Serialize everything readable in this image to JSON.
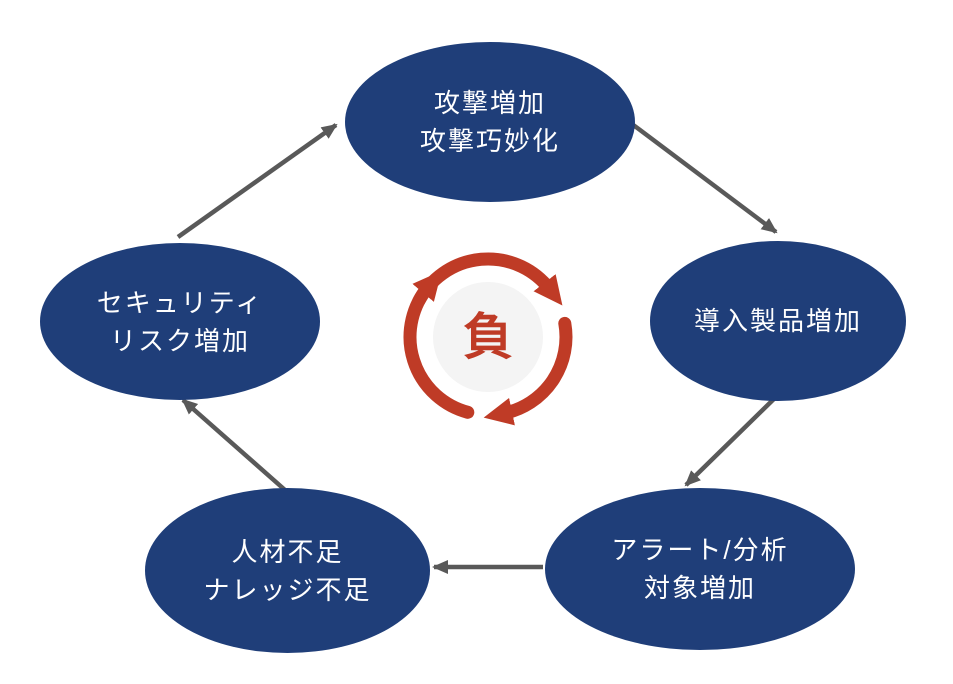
{
  "diagram": {
    "type": "cycle",
    "direction": "clockwise",
    "center": {
      "label": "負",
      "icon": "cycle-arrows-icon",
      "accent_color": "#BF3B26",
      "circle_color": "#F4F4F4"
    },
    "colors": {
      "node_fill": "#1F3E79",
      "node_text": "#FFFFFF",
      "connector_arrow": "#595959"
    },
    "nodes": [
      {
        "id": "attack",
        "lines": [
          "攻撃増加",
          "攻撃巧妙化"
        ]
      },
      {
        "id": "products",
        "lines": [
          "導入製品増加"
        ]
      },
      {
        "id": "alerts",
        "lines": [
          "アラート/分析",
          "対象増加"
        ]
      },
      {
        "id": "staff",
        "lines": [
          "人材不足",
          "ナレッジ不足"
        ]
      },
      {
        "id": "risk",
        "lines": [
          "セキュリティ",
          "リスク増加"
        ]
      }
    ],
    "connections": [
      {
        "from": "risk",
        "to": "attack"
      },
      {
        "from": "attack",
        "to": "products"
      },
      {
        "from": "products",
        "to": "alerts"
      },
      {
        "from": "alerts",
        "to": "staff"
      },
      {
        "from": "staff",
        "to": "risk"
      }
    ]
  }
}
